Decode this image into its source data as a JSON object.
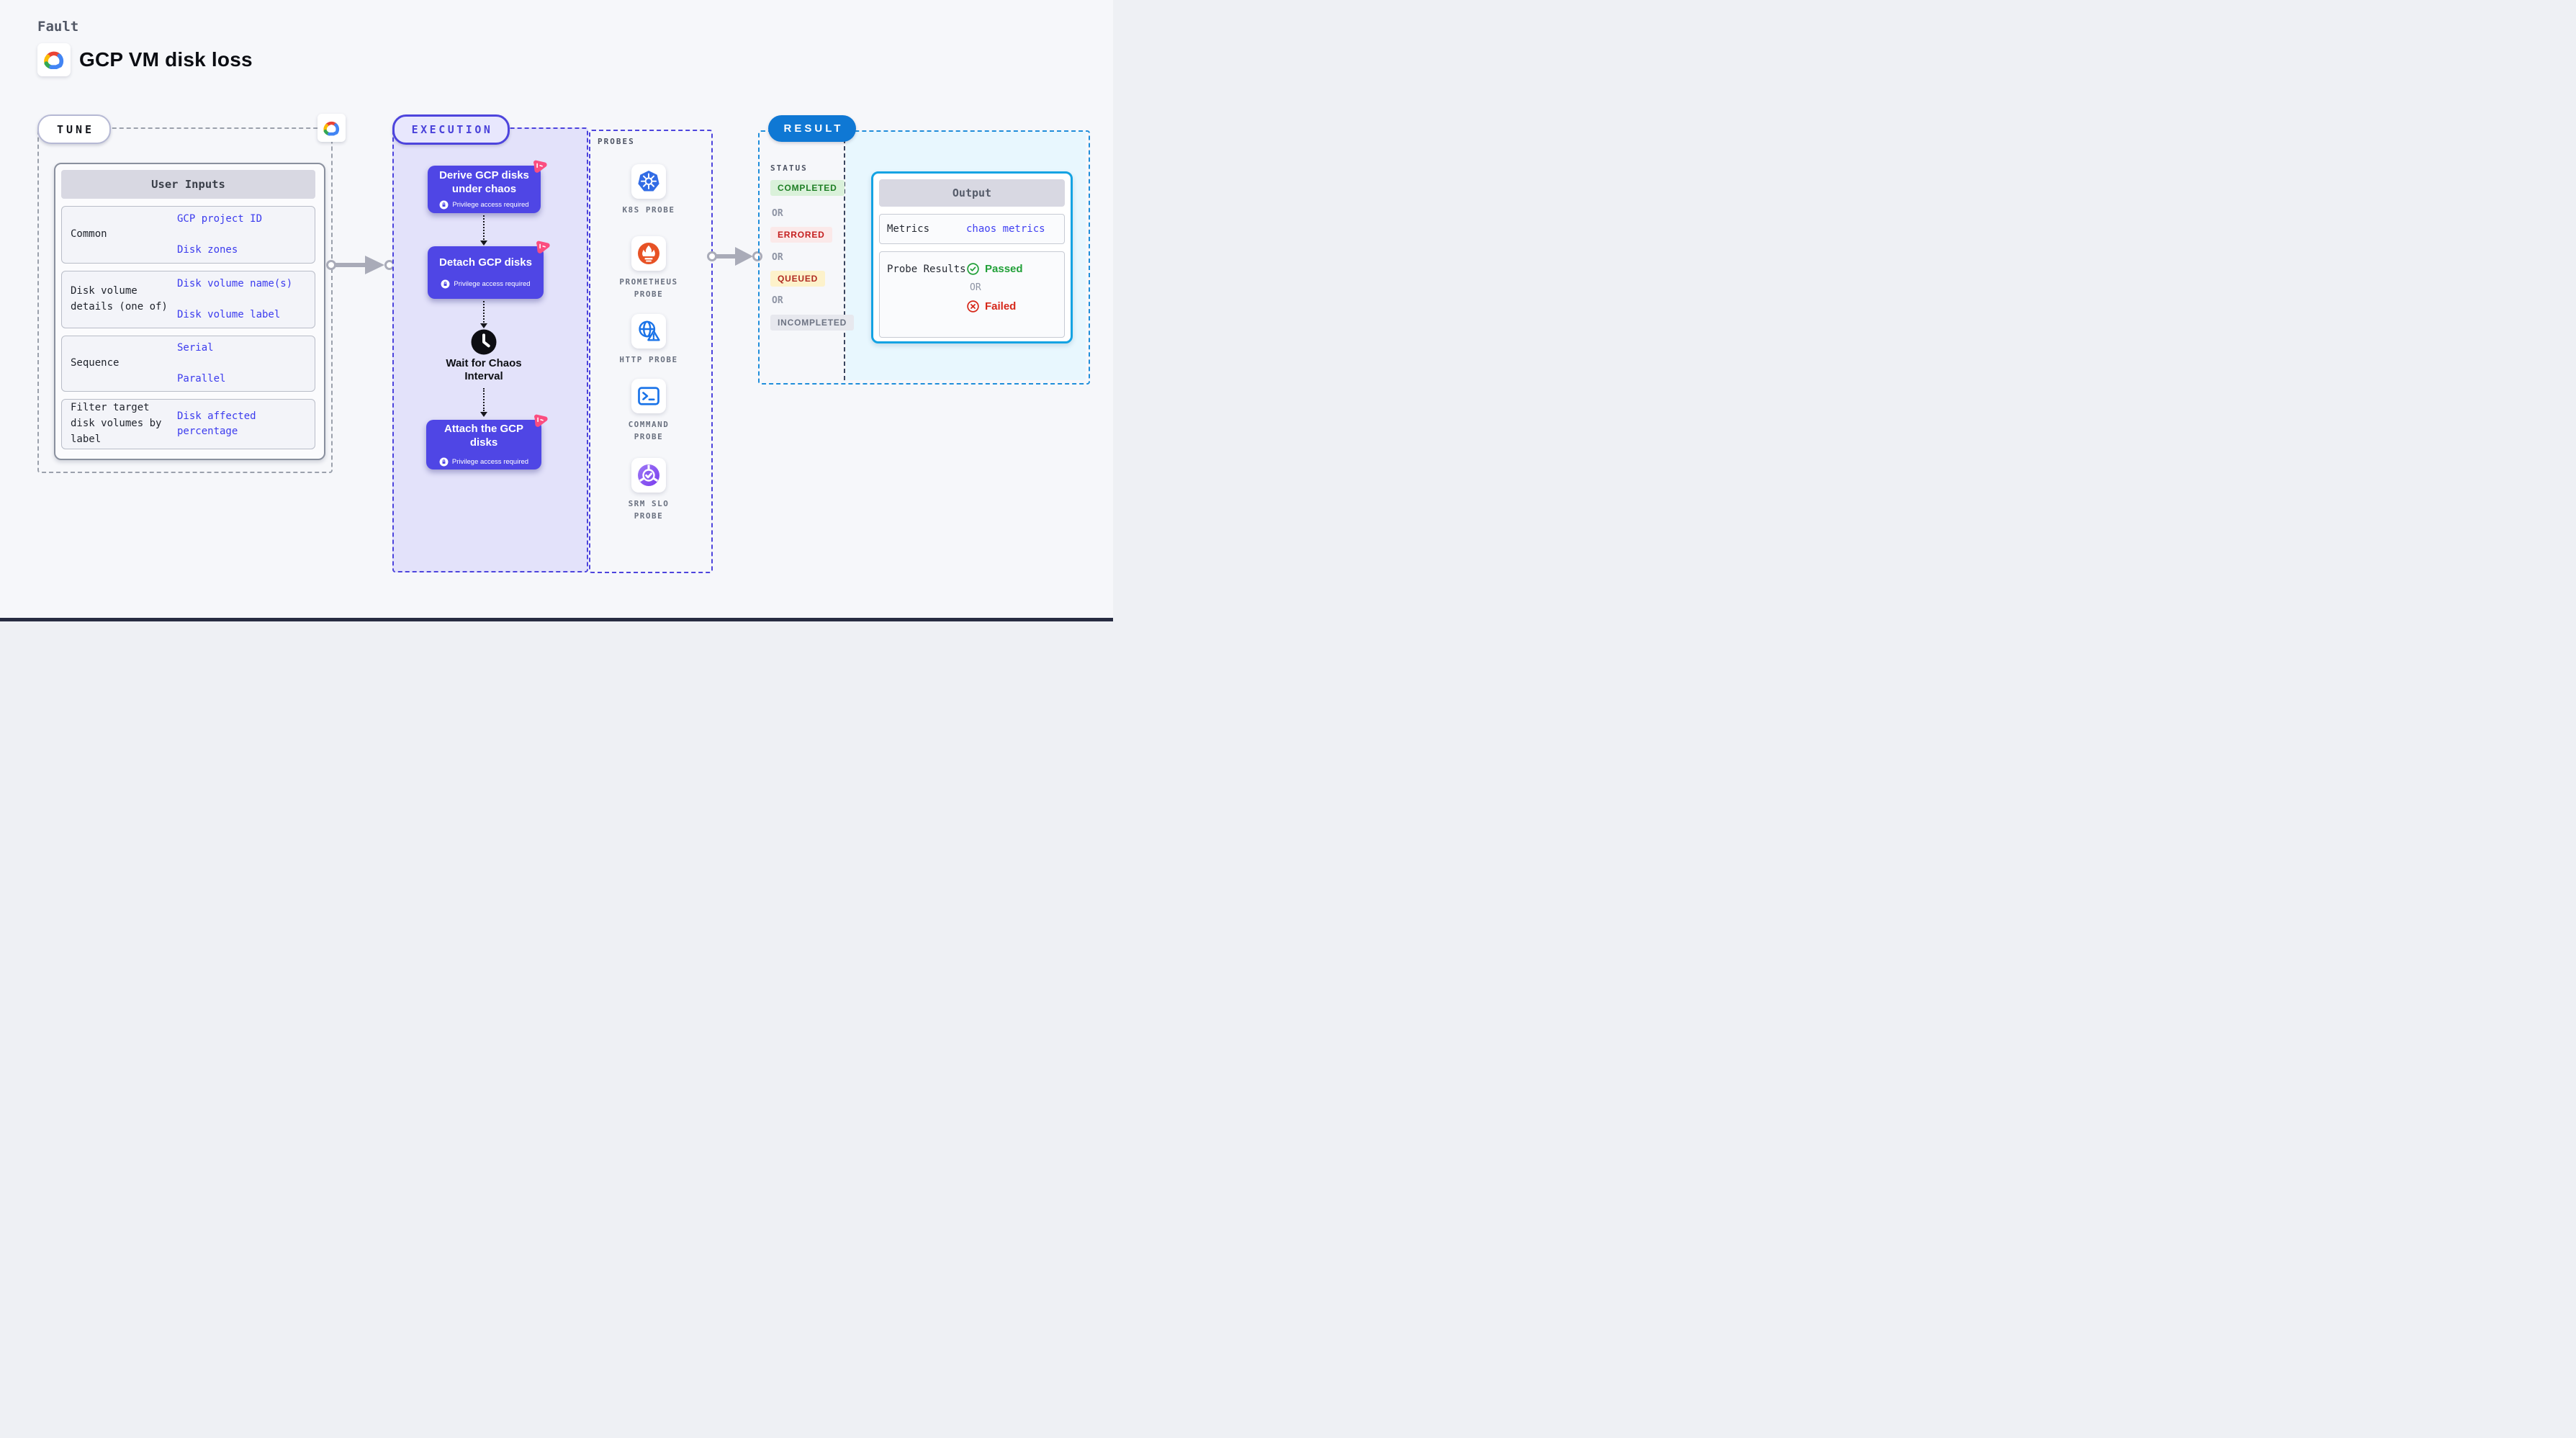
{
  "page": {
    "kicker": "Fault",
    "title": "GCP VM disk loss"
  },
  "tune": {
    "label": "TUNE",
    "user_inputs": {
      "header": "User Inputs",
      "rows": [
        {
          "label": "Common",
          "values": [
            "GCP project ID",
            "Disk zones"
          ]
        },
        {
          "label": "Disk volume details (one of)",
          "values": [
            "Disk volume name(s)",
            "Disk volume label"
          ]
        },
        {
          "label": "Sequence",
          "values": [
            "Serial",
            "Parallel"
          ]
        },
        {
          "label": "Filter target disk volumes by label",
          "values": [
            "Disk affected percentage"
          ]
        }
      ]
    }
  },
  "execution": {
    "label": "EXECUTION",
    "steps": {
      "derive": {
        "title": "Derive GCP disks under chaos",
        "badge": "Privilege access required"
      },
      "detach": {
        "title": "Detach GCP disks",
        "badge": "Privilege access required"
      },
      "wait": {
        "title": "Wait for Chaos Interval"
      },
      "attach": {
        "title": "Attach the GCP disks",
        "badge": "Privilege access required"
      }
    }
  },
  "probes": {
    "label": "PROBES",
    "items": [
      {
        "name": "K8S PROBE",
        "icon": "kubernetes-icon"
      },
      {
        "name": "PROMETHEUS PROBE",
        "icon": "prometheus-icon"
      },
      {
        "name": "HTTP PROBE",
        "icon": "http-globe-warning-icon"
      },
      {
        "name": "COMMAND PROBE",
        "icon": "terminal-icon"
      },
      {
        "name": "SRM SLO PROBE",
        "icon": "srm-slo-icon"
      }
    ]
  },
  "result": {
    "label": "RESULT",
    "status_label": "STATUS",
    "or": "OR",
    "statuses": [
      "COMPLETED",
      "ERRORED",
      "QUEUED",
      "INCOMPLETED"
    ],
    "output": {
      "header": "Output",
      "metrics_label": "Metrics",
      "metrics_value": "chaos metrics",
      "probe_results_label": "Probe Results",
      "passed": "Passed",
      "failed": "Failed"
    }
  },
  "colors": {
    "accent_indigo": "#4f46e5",
    "execution_fill": "#e3e2fa",
    "chaos_pink": "#fb4d80",
    "result_blue": "#0f78d4",
    "output_cyan_border": "#14a3e3",
    "output_cyan_bg": "#e8f7fe",
    "value_blue": "#3b3bee",
    "completed_green": "#1d7e24",
    "errored_red": "#c41e1e",
    "queued_red": "#b02a21",
    "incompleted_gray": "#6d7383",
    "passed_green": "#21a038",
    "failed_red": "#d6281a"
  }
}
